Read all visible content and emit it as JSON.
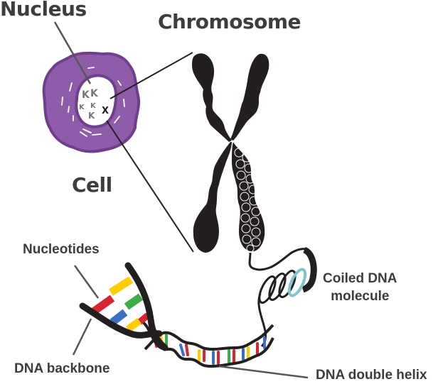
{
  "diagram": {
    "title": "Cell to DNA structure",
    "labels": {
      "nucleus": "Nucleus",
      "chromosome": "Chromosome",
      "cell": "Cell",
      "nucleotides": "Nucleotides",
      "dna_backbone": "DNA backbone",
      "coiled_dna_line1": "Coiled DNA",
      "coiled_dna_line2": "molecule",
      "dna_double_helix": "DNA double helix"
    },
    "colors": {
      "text": "#3d3d3d",
      "cell_fill": "#8e5ca8",
      "cell_outline": "#6f3f8c",
      "chromosome": "#231f20",
      "pointer_line": "#555555",
      "nucleotide_yellow": "#ffcc00",
      "nucleotide_red": "#d62631",
      "nucleotide_green": "#3fae49",
      "nucleotide_blue": "#3b6fc4",
      "coil_highlight": "#7fc6cc"
    }
  }
}
